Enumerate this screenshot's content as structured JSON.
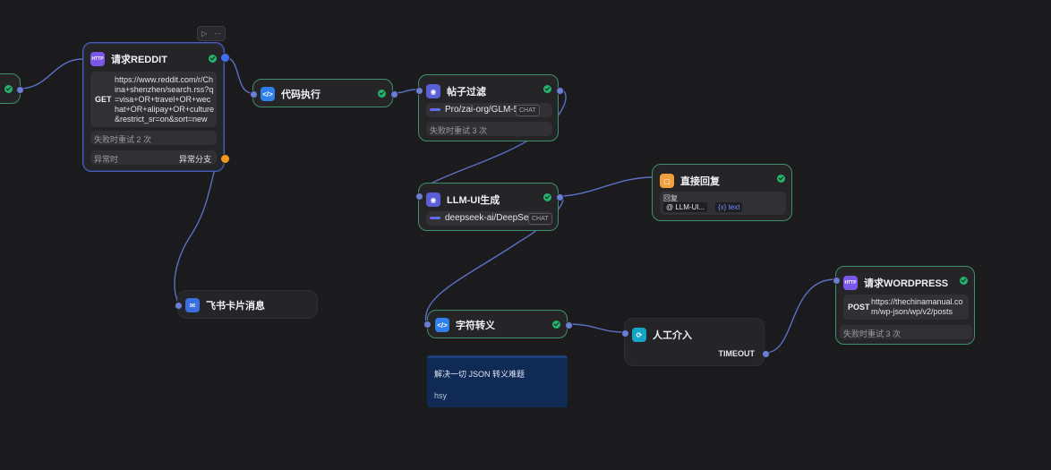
{
  "toolbar": {
    "run_glyph": "▷",
    "more_glyph": "···"
  },
  "nodes": {
    "reddit": {
      "title": "请求REDDIT",
      "icon_text": "HTTP",
      "method": "GET",
      "url": "https://www.reddit.com/r/China+shenzhen/search.rss?q=visa+OR+travel+OR+wechat+OR+alipay+OR+culture&restrict_sr=on&sort=new",
      "retry": "失败时重试 2 次",
      "error_label": "异常时",
      "error_branch": "异常分支"
    },
    "code": {
      "title": "代码执行",
      "icon_glyph": "</>"
    },
    "filter": {
      "title": "帖子过滤",
      "icon_glyph": "◉",
      "model": "Pro/zai-org/GLM-5",
      "badge": "CHAT",
      "retry": "失败时重试 3 次"
    },
    "llm_ui": {
      "title": "LLM-UI生成",
      "icon_glyph": "◉",
      "model": "deepseek-ai/DeepSe...",
      "badge": "CHAT"
    },
    "reply": {
      "title": "直接回复",
      "icon_glyph": "▢",
      "label": "回复",
      "ref_node": "@ LLM-UI...",
      "ref_var": "{x} text"
    },
    "feishu": {
      "title": "飞书卡片消息",
      "icon_glyph": "✉"
    },
    "escape": {
      "title": "字符转义",
      "icon_glyph": "</>"
    },
    "human": {
      "title": "人工介入",
      "icon_glyph": "⟳",
      "timeout": "TIMEOUT"
    },
    "wordpress": {
      "title": "请求WORDPRESS",
      "icon_text": "HTTP",
      "method": "POST",
      "url": "https://thechinamanual.com/wp-json/wp/v2/posts",
      "retry": "失败时重试 3 次"
    }
  },
  "note": {
    "text": "解决一切 JSON 转义难题",
    "author": "hsy"
  },
  "colors": {
    "background": "#1b1b1d",
    "node": "#252528",
    "success": "#24b36b",
    "link": "#5c6fc2",
    "note": "#0f2a55"
  }
}
